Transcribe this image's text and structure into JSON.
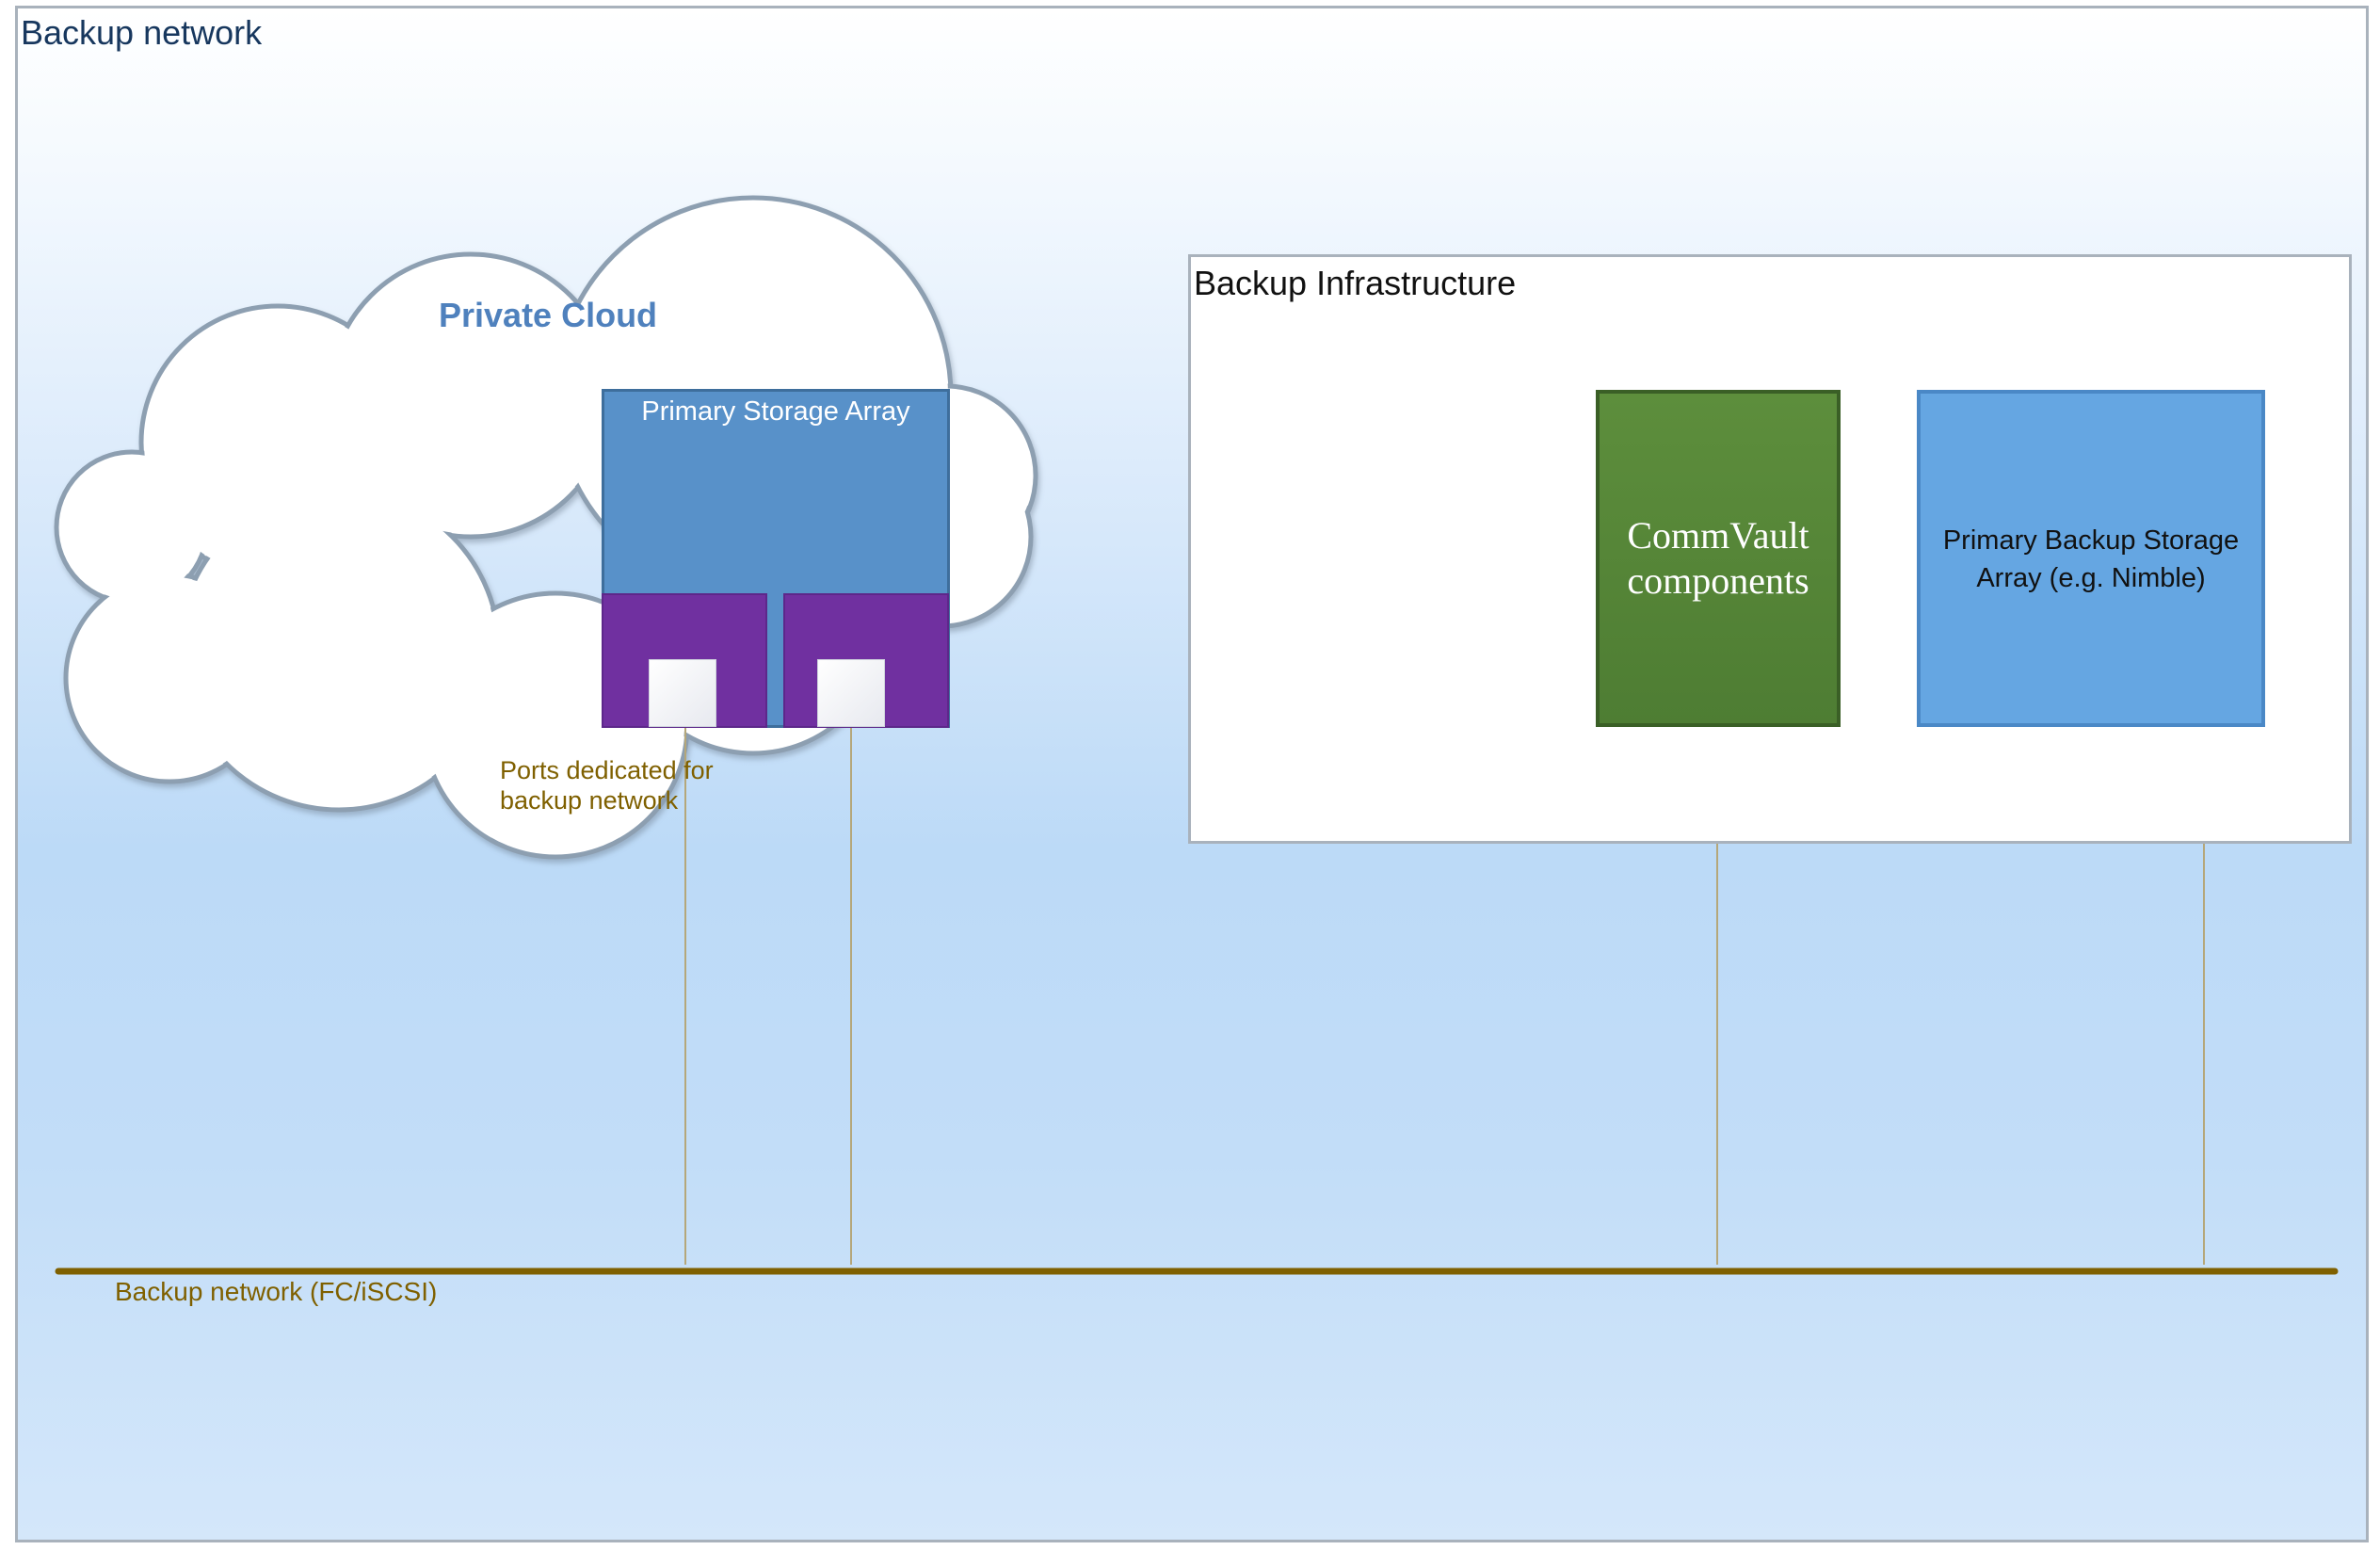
{
  "frame": {
    "title": "Backup network"
  },
  "cloud": {
    "title": "Private Cloud",
    "primary_storage_array": "Primary Storage Array",
    "ports_note": "Ports dedicated for backup network"
  },
  "infrastructure": {
    "title": "Backup Infrastructure",
    "commvault": "CommVault components",
    "backup_storage": "Primary Backup Storage Array (e.g. Nimble)"
  },
  "network": {
    "label": "Backup network (FC/iSCSI)"
  },
  "colors": {
    "network_line": "#7f6000",
    "cloud_fill": "#ffffff",
    "cloud_stroke": "#8d9fb1",
    "storage_array": "#5891c9",
    "ports": "#7030a0",
    "commvault": "#548235",
    "backup_storage": "#65a6e2"
  }
}
